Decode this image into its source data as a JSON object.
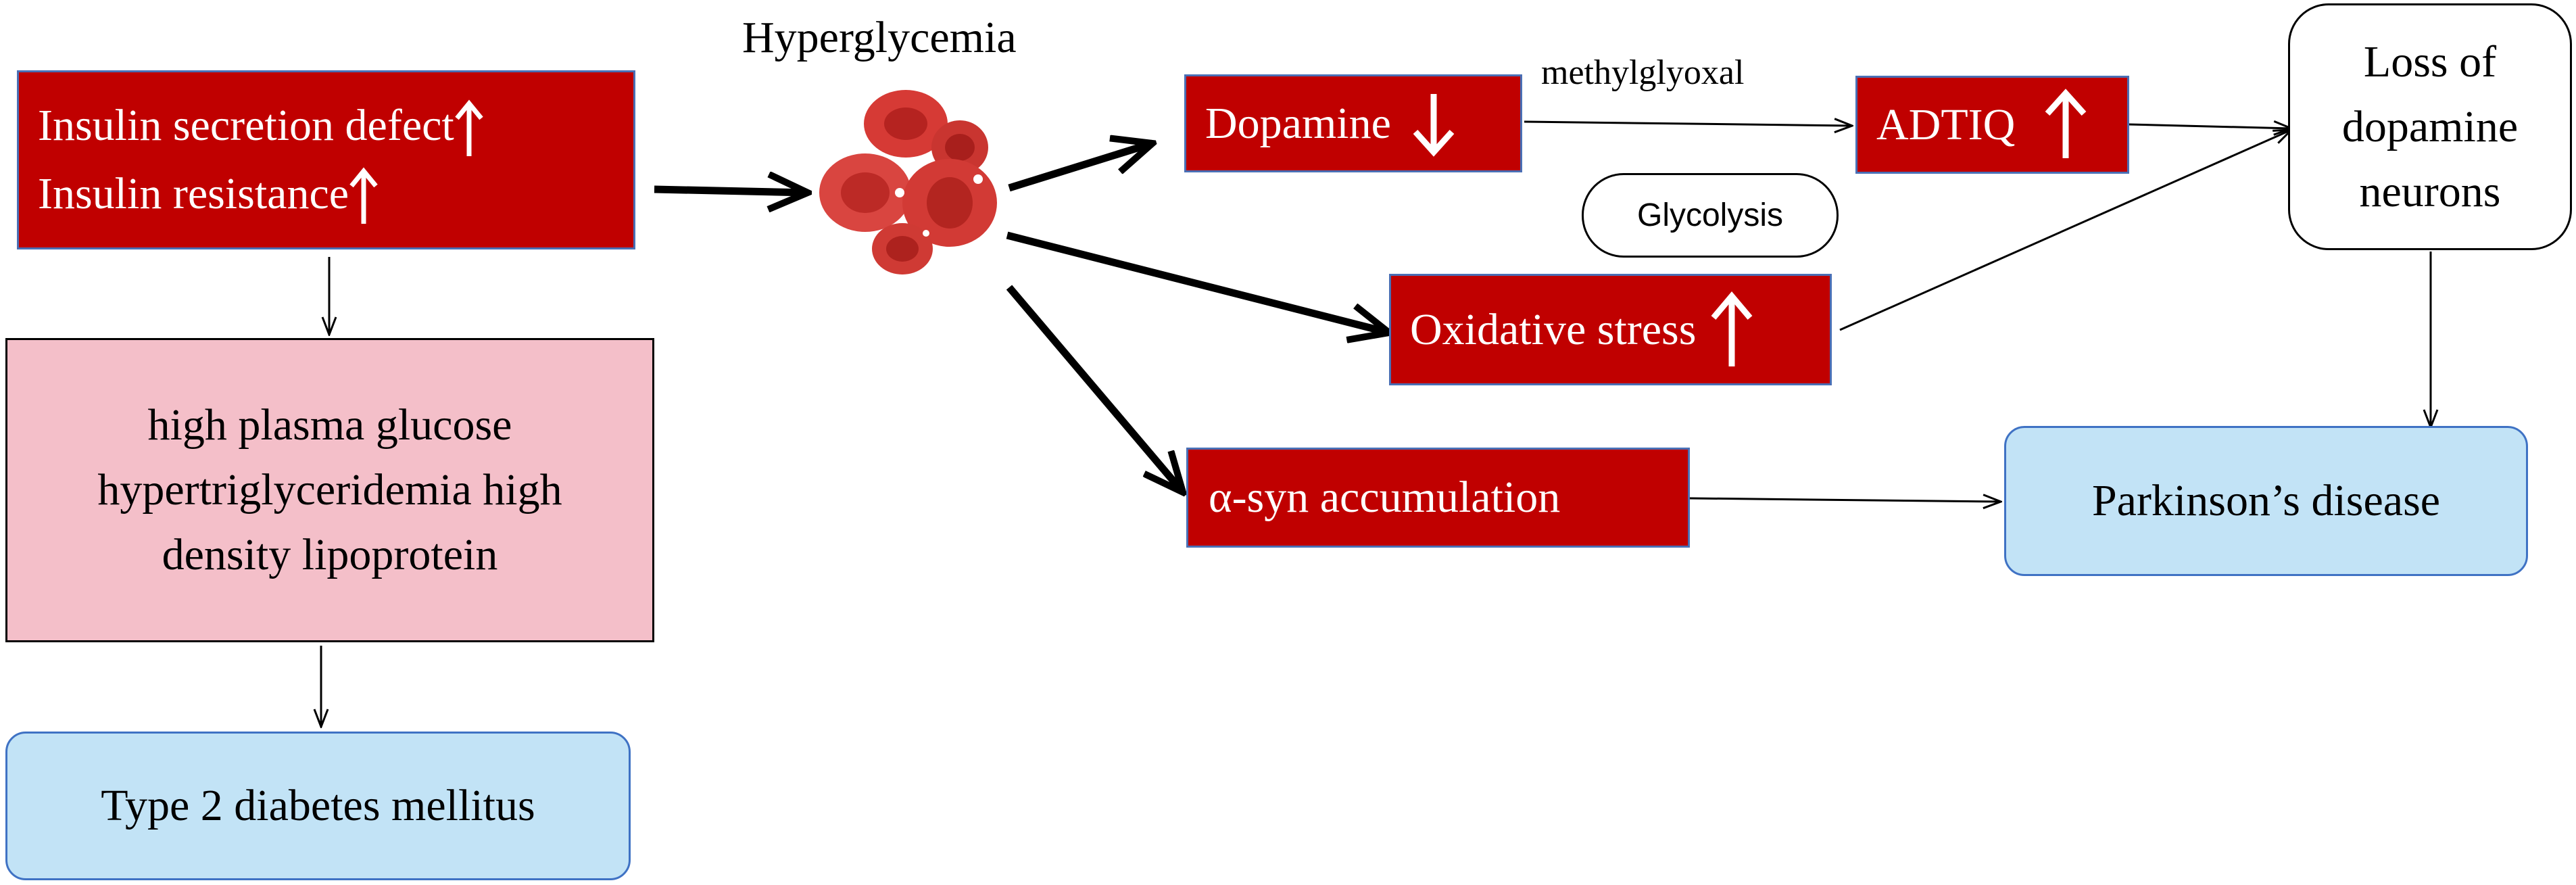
{
  "title": "Hyperglycemia",
  "insulin_box": {
    "line1": "Insulin secretion defect",
    "line2": "Insulin resistance"
  },
  "plasma_box": {
    "line1": "high plasma glucose",
    "line2": "hypertriglyceridemia high",
    "line3": "density lipoprotein"
  },
  "t2dm_box": "Type 2 diabetes mellitus",
  "dopamine_box": "Dopamine",
  "methylglyoxal_label": "methylglyoxal",
  "adtiq_box": "ADTIQ",
  "glycolysis_box": "Glycolysis",
  "oxidative_box": "Oxidative stress",
  "syn_box": "α-syn accumulation",
  "loss_box": {
    "line1": "Loss of",
    "line2": "dopamine",
    "line3": "neurons"
  },
  "parkinson_box": "Parkinson’s disease",
  "colors": {
    "red_box": "#c00000",
    "pink_box": "#f4bfc9",
    "blue_box": "#c2e3f6",
    "blood_cell": "#d63a35"
  }
}
